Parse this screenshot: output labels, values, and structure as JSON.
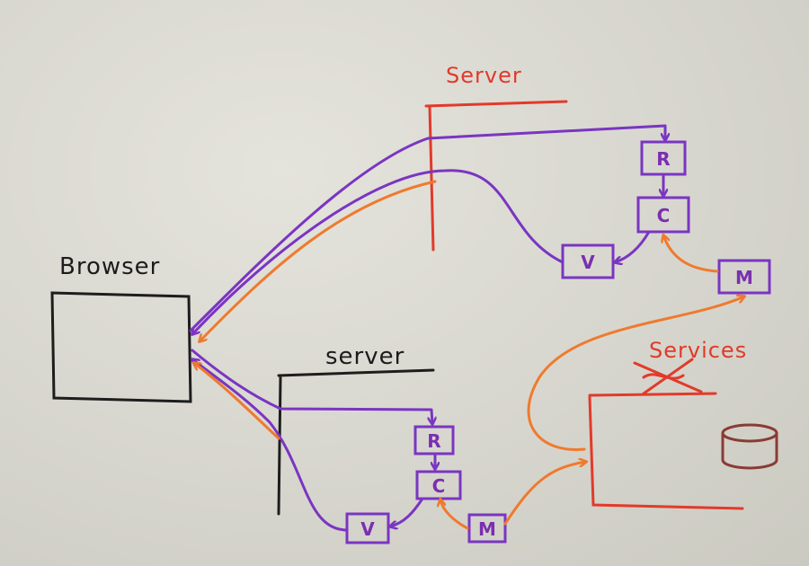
{
  "labels": {
    "browser": "Browser",
    "server_top": "Server",
    "server_bottom": "server",
    "services": "Services"
  },
  "top_mvc": {
    "router": "R",
    "controller": "C",
    "view": "V",
    "model": "M"
  },
  "bottom_mvc": {
    "router": "R",
    "controller": "C",
    "view": "V",
    "model": "M"
  },
  "colors": {
    "black": "#1d1d1d",
    "purple": "#7a35c2",
    "orange": "#ef7a2e",
    "red": "#e23a2a",
    "database": "#8a3b35"
  },
  "icons": [
    "database-icon",
    "crossed-out-scribble"
  ]
}
